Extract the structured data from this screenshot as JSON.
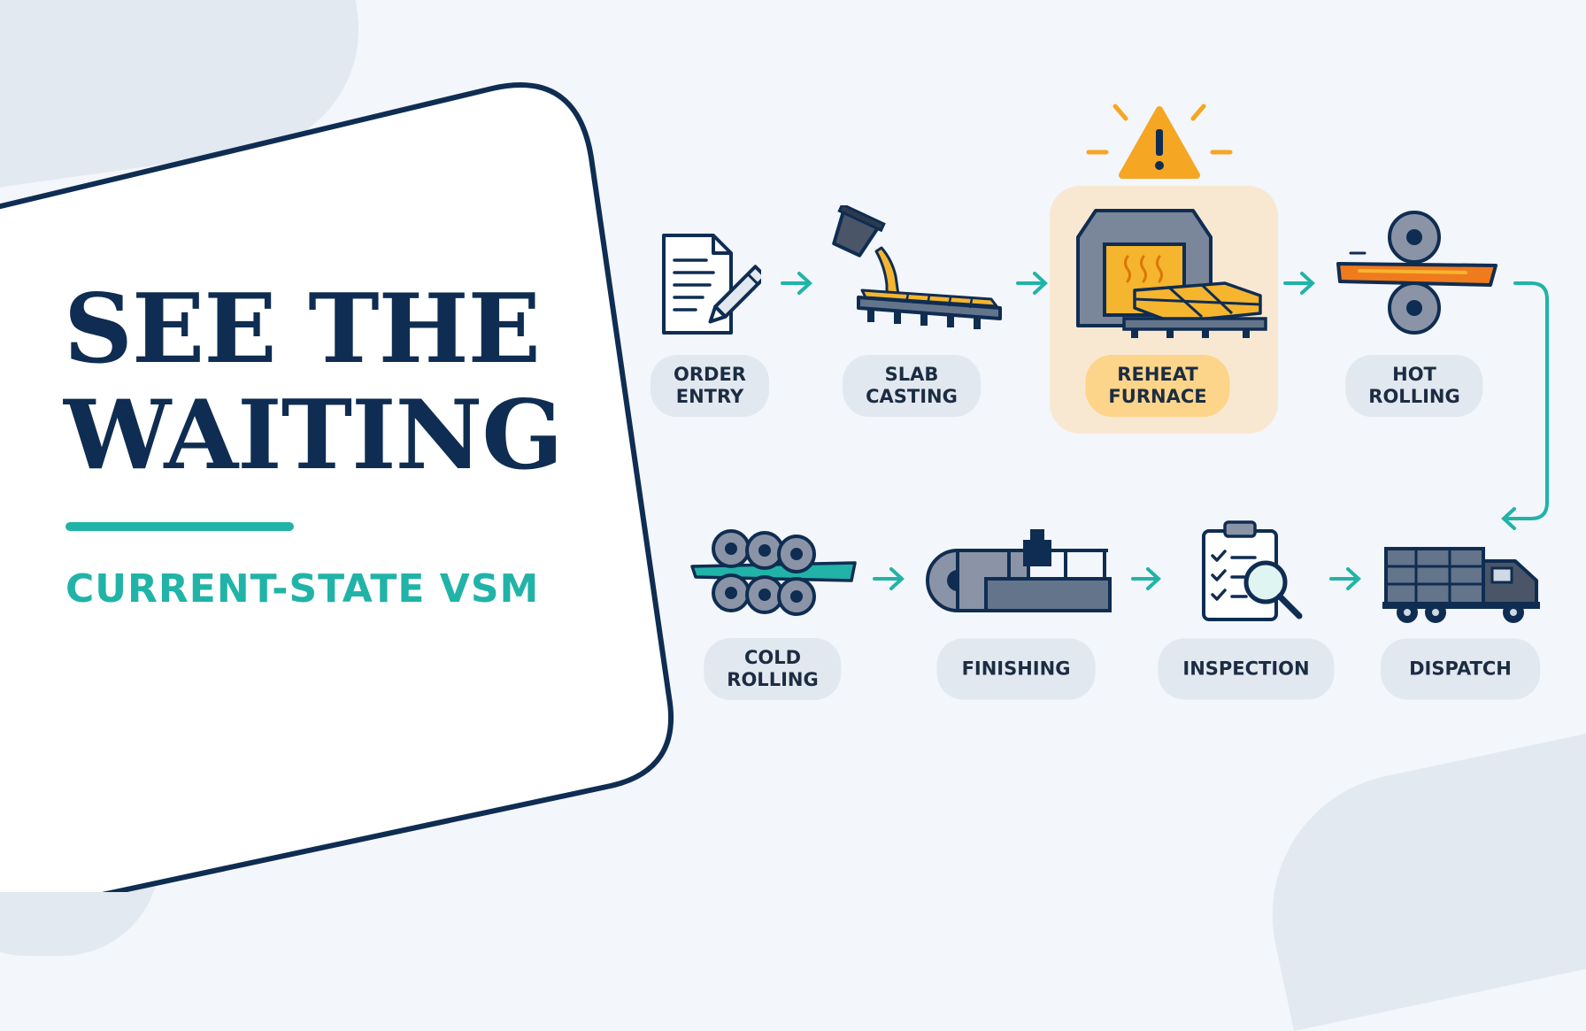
{
  "hero": {
    "title_line1": "SEE THE",
    "title_line2": "WAITING",
    "subtitle": "CURRENT-STATE VSM"
  },
  "stages": [
    {
      "label": "ORDER\nENTRY",
      "icon": "order-document-pencil-icon"
    },
    {
      "label": "SLAB\nCASTING",
      "icon": "ladle-pouring-caster-icon"
    },
    {
      "label": "REHEAT\nFURNACE",
      "icon": "furnace-slabs-icon",
      "highlighted": true,
      "alert": "warning-triangle-icon"
    },
    {
      "label": "HOT\nROLLING",
      "icon": "hot-rolling-mill-icon"
    },
    {
      "label": "COLD\nROLLING",
      "icon": "coil-stack-icon"
    },
    {
      "label": "FINISHING",
      "icon": "finishing-line-icon"
    },
    {
      "label": "INSPECTION",
      "icon": "clipboard-magnifier-icon"
    },
    {
      "label": "DISPATCH",
      "icon": "truck-icon"
    }
  ],
  "colors": {
    "navy": "#0f2d52",
    "teal": "#21b3a8",
    "highlight": "#fbe3c3",
    "warning": "#f5a623",
    "hot_metal": "#f07a1e"
  }
}
